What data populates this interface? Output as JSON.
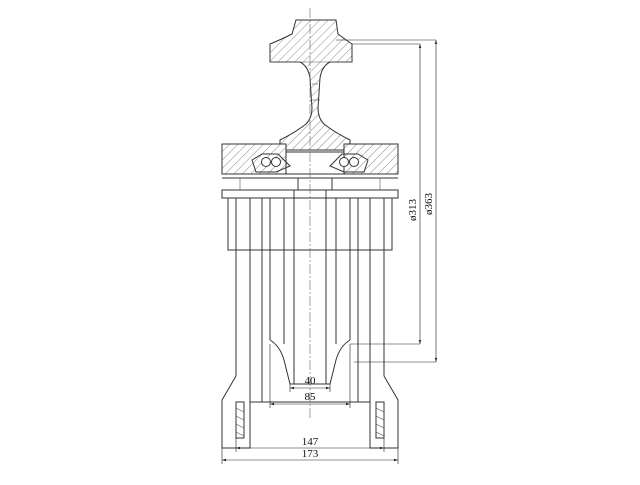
{
  "dimensions": {
    "d313": "ø313",
    "d363": "ø363",
    "w40": "40",
    "w85": "85",
    "w147": "147",
    "w173": "173"
  }
}
